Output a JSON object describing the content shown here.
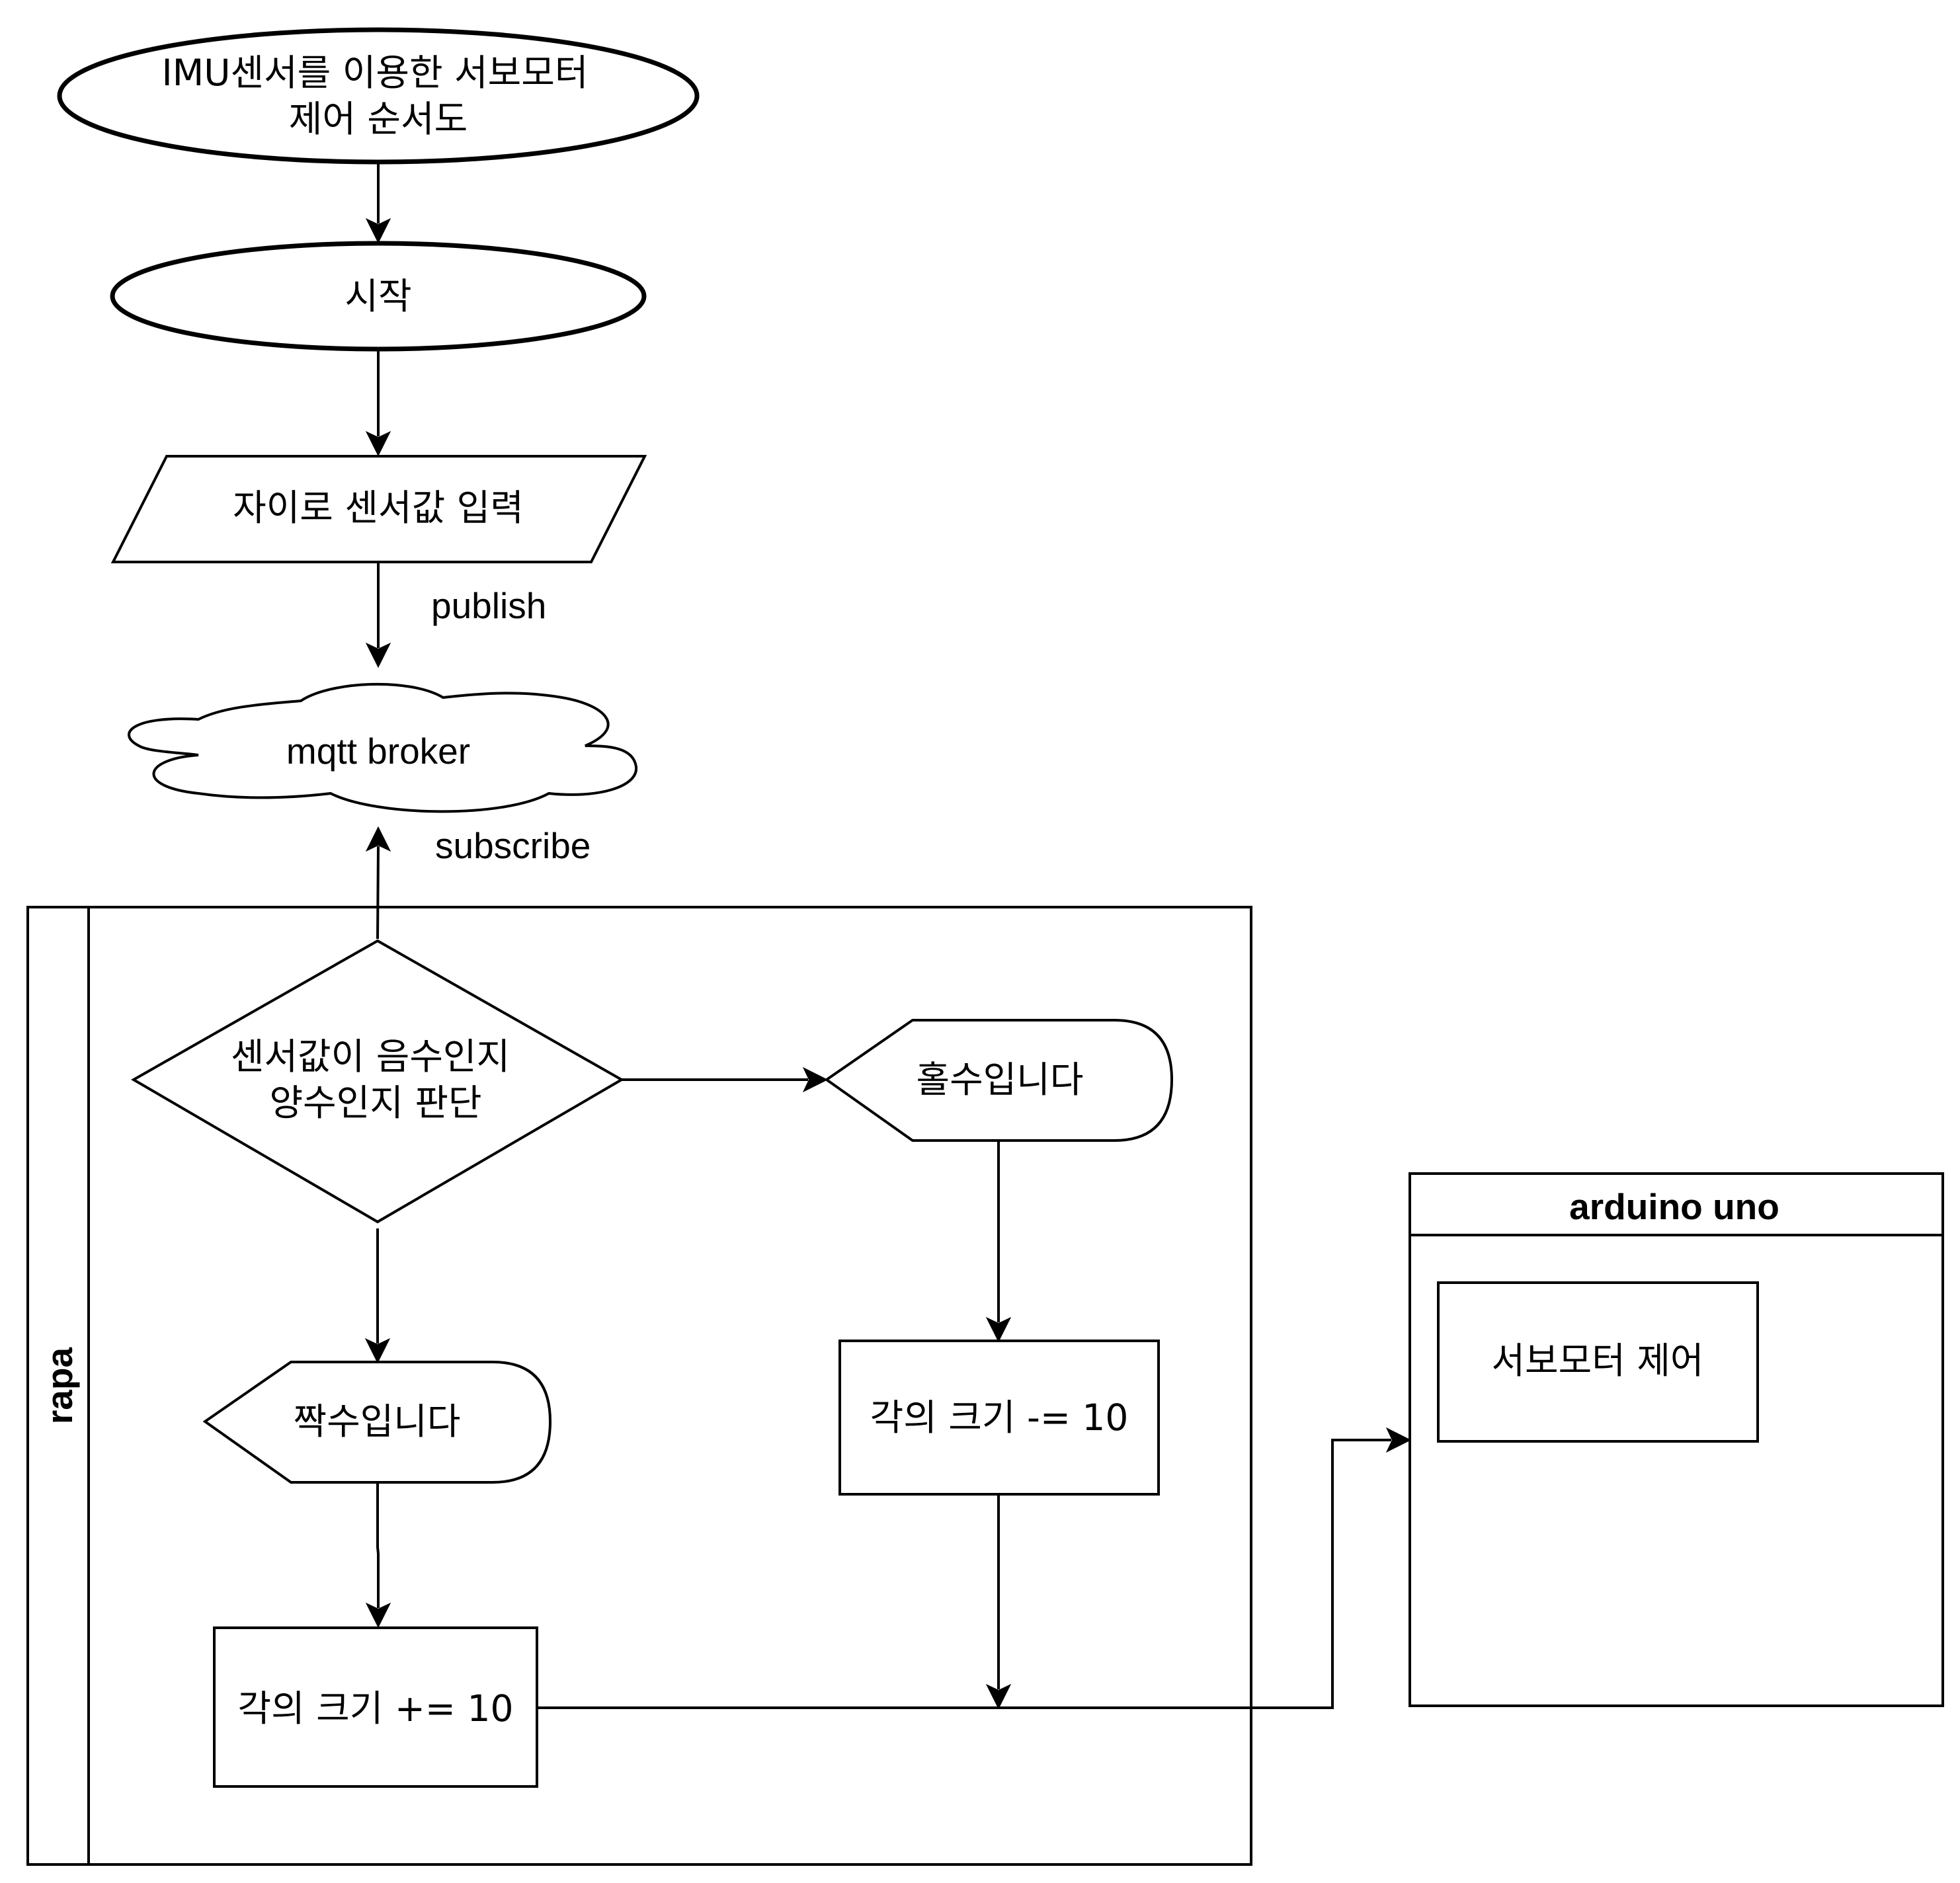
{
  "nodes": {
    "title": [
      "IMU센서를 이용한 서보모터",
      "제어 순서도"
    ],
    "start": "시작",
    "input": "자이로 센서값 입력",
    "broker": "mqtt broker",
    "decision": [
      "센서값이 음수인지",
      "양수인지 판단"
    ],
    "odd": "홀수입니다",
    "even": "짝수입니다",
    "decrease": "각의 크기 -= 10",
    "increase": "각의 크기 += 10",
    "servo": "서보모터 제어"
  },
  "edge_labels": {
    "publish": "publish",
    "subscribe": "subscribe"
  },
  "containers": {
    "rapa": "rapa",
    "arduino": "arduino uno"
  }
}
